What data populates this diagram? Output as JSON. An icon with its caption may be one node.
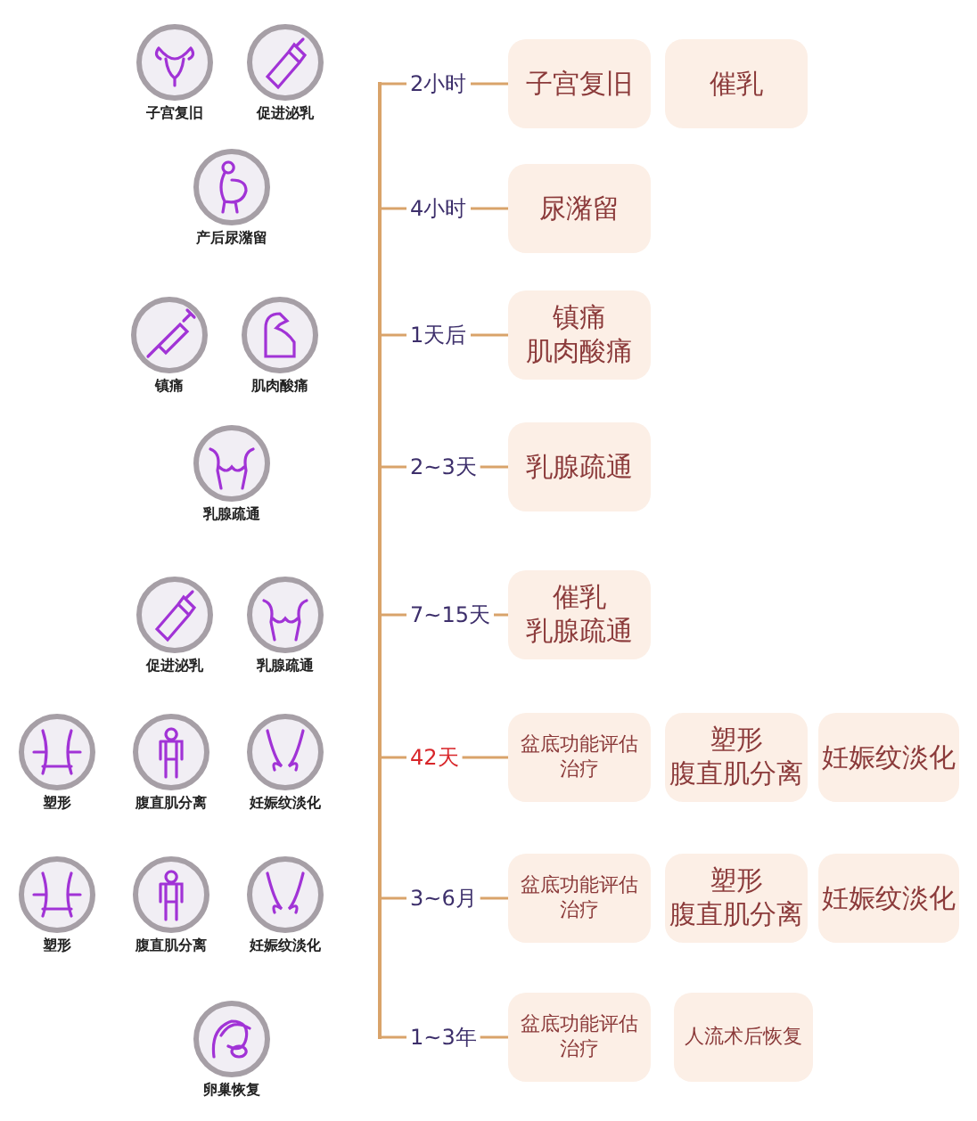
{
  "diagram": {
    "nodes": [
      {
        "text": [
          "2小时"
        ]
      },
      {
        "text": [
          "子宫复旧"
        ]
      },
      {
        "text": [
          "催乳"
        ]
      },
      {
        "text": [
          "4小时"
        ]
      },
      {
        "text": [
          "尿潴留"
        ]
      },
      {
        "text": [
          "1天后"
        ]
      },
      {
        "text": [
          "镇痛",
          "肌肉酸痛"
        ]
      },
      {
        "text": [
          "2~3天"
        ]
      },
      {
        "text": [
          "乳腺疏通"
        ]
      },
      {
        "text": [
          "7~15天"
        ]
      },
      {
        "text": [
          "催乳",
          "乳腺疏通"
        ]
      },
      {
        "text": [
          "42天"
        ]
      },
      {
        "text": [
          "盆底功能评估治疗"
        ]
      },
      {
        "text": [
          "塑形",
          "腹直肌分离"
        ]
      },
      {
        "text": [
          "妊娠纹淡化"
        ]
      },
      {
        "text": [
          "3~6月"
        ]
      },
      {
        "text": [
          "盆底功能评估治疗"
        ]
      },
      {
        "text": [
          "塑形",
          "腹直肌分离"
        ]
      },
      {
        "text": [
          "妊娠纹淡化"
        ]
      },
      {
        "text": [
          "1~3年"
        ]
      },
      {
        "text": [
          "盆底功能评估治疗"
        ]
      },
      {
        "text": [
          "人流术后恢复"
        ]
      },
      {
        "text": [],
        "shape": "bar"
      }
    ],
    "edges": [
      {
        "from": 22,
        "to": 0,
        "arrow": "none"
      },
      {
        "from": 22,
        "to": 3,
        "arrow": "none"
      },
      {
        "from": 22,
        "to": 5,
        "arrow": "none"
      },
      {
        "from": 22,
        "to": 7,
        "arrow": "none"
      },
      {
        "from": 22,
        "to": 9,
        "arrow": "none"
      },
      {
        "from": 22,
        "to": 11,
        "arrow": "none"
      },
      {
        "from": 22,
        "to": 15,
        "arrow": "none"
      },
      {
        "from": 22,
        "to": 19,
        "arrow": "none"
      },
      {
        "from": 0,
        "to": 1,
        "arrow": "none"
      },
      {
        "from": 3,
        "to": 4,
        "arrow": "none"
      },
      {
        "from": 5,
        "to": 6,
        "arrow": "none"
      },
      {
        "from": 7,
        "to": 8,
        "arrow": "none"
      },
      {
        "from": 9,
        "to": 10,
        "arrow": "none"
      },
      {
        "from": 11,
        "to": 12,
        "arrow": "none"
      },
      {
        "from": 15,
        "to": 16,
        "arrow": "none"
      },
      {
        "from": 19,
        "to": 20,
        "arrow": "none"
      }
    ],
    "labels": [
      "子宫复旧",
      "促进泌乳",
      "产后尿潴留",
      "镇痛",
      "肌肉酸痛",
      "乳腺疏通",
      "促进泌乳",
      "乳腺疏通",
      "塑形",
      "腹直肌分离",
      "妊娠纹淡化",
      "塑形",
      "腹直肌分离",
      "妊娠纹淡化",
      "卵巢恢复"
    ]
  }
}
